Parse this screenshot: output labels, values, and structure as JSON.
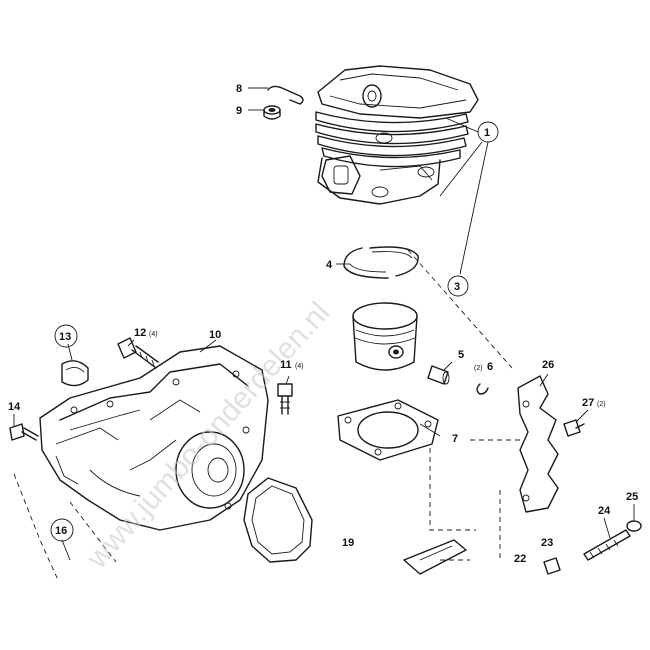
{
  "diagram": {
    "callouts": [
      {
        "id": "c1",
        "number": "1",
        "circled": true
      },
      {
        "id": "c3",
        "number": "3",
        "circled": true
      },
      {
        "id": "c4",
        "number": "4"
      },
      {
        "id": "c5",
        "number": "5"
      },
      {
        "id": "c6",
        "number": "6",
        "qty": "(2)"
      },
      {
        "id": "c7",
        "number": "7"
      },
      {
        "id": "c8",
        "number": "8"
      },
      {
        "id": "c9",
        "number": "9"
      },
      {
        "id": "c10",
        "number": "10"
      },
      {
        "id": "c11",
        "number": "11",
        "qty": "(4)"
      },
      {
        "id": "c12",
        "number": "12",
        "qty": "(4)"
      },
      {
        "id": "c13",
        "number": "13",
        "circled": true
      },
      {
        "id": "c14",
        "number": "14"
      },
      {
        "id": "c16",
        "number": "16",
        "circled": true
      },
      {
        "id": "c19",
        "number": "19"
      },
      {
        "id": "c22",
        "number": "22"
      },
      {
        "id": "c23",
        "number": "23"
      },
      {
        "id": "c24",
        "number": "24"
      },
      {
        "id": "c25",
        "number": "25"
      },
      {
        "id": "c26",
        "number": "26"
      },
      {
        "id": "c27",
        "number": "27",
        "qty": "(2)"
      }
    ],
    "watermark": "www.jumbo-onderdelen.nl",
    "colors": {
      "ink": "#1a1a1a",
      "background": "#ffffff",
      "watermark": "#c8c8c8"
    }
  }
}
